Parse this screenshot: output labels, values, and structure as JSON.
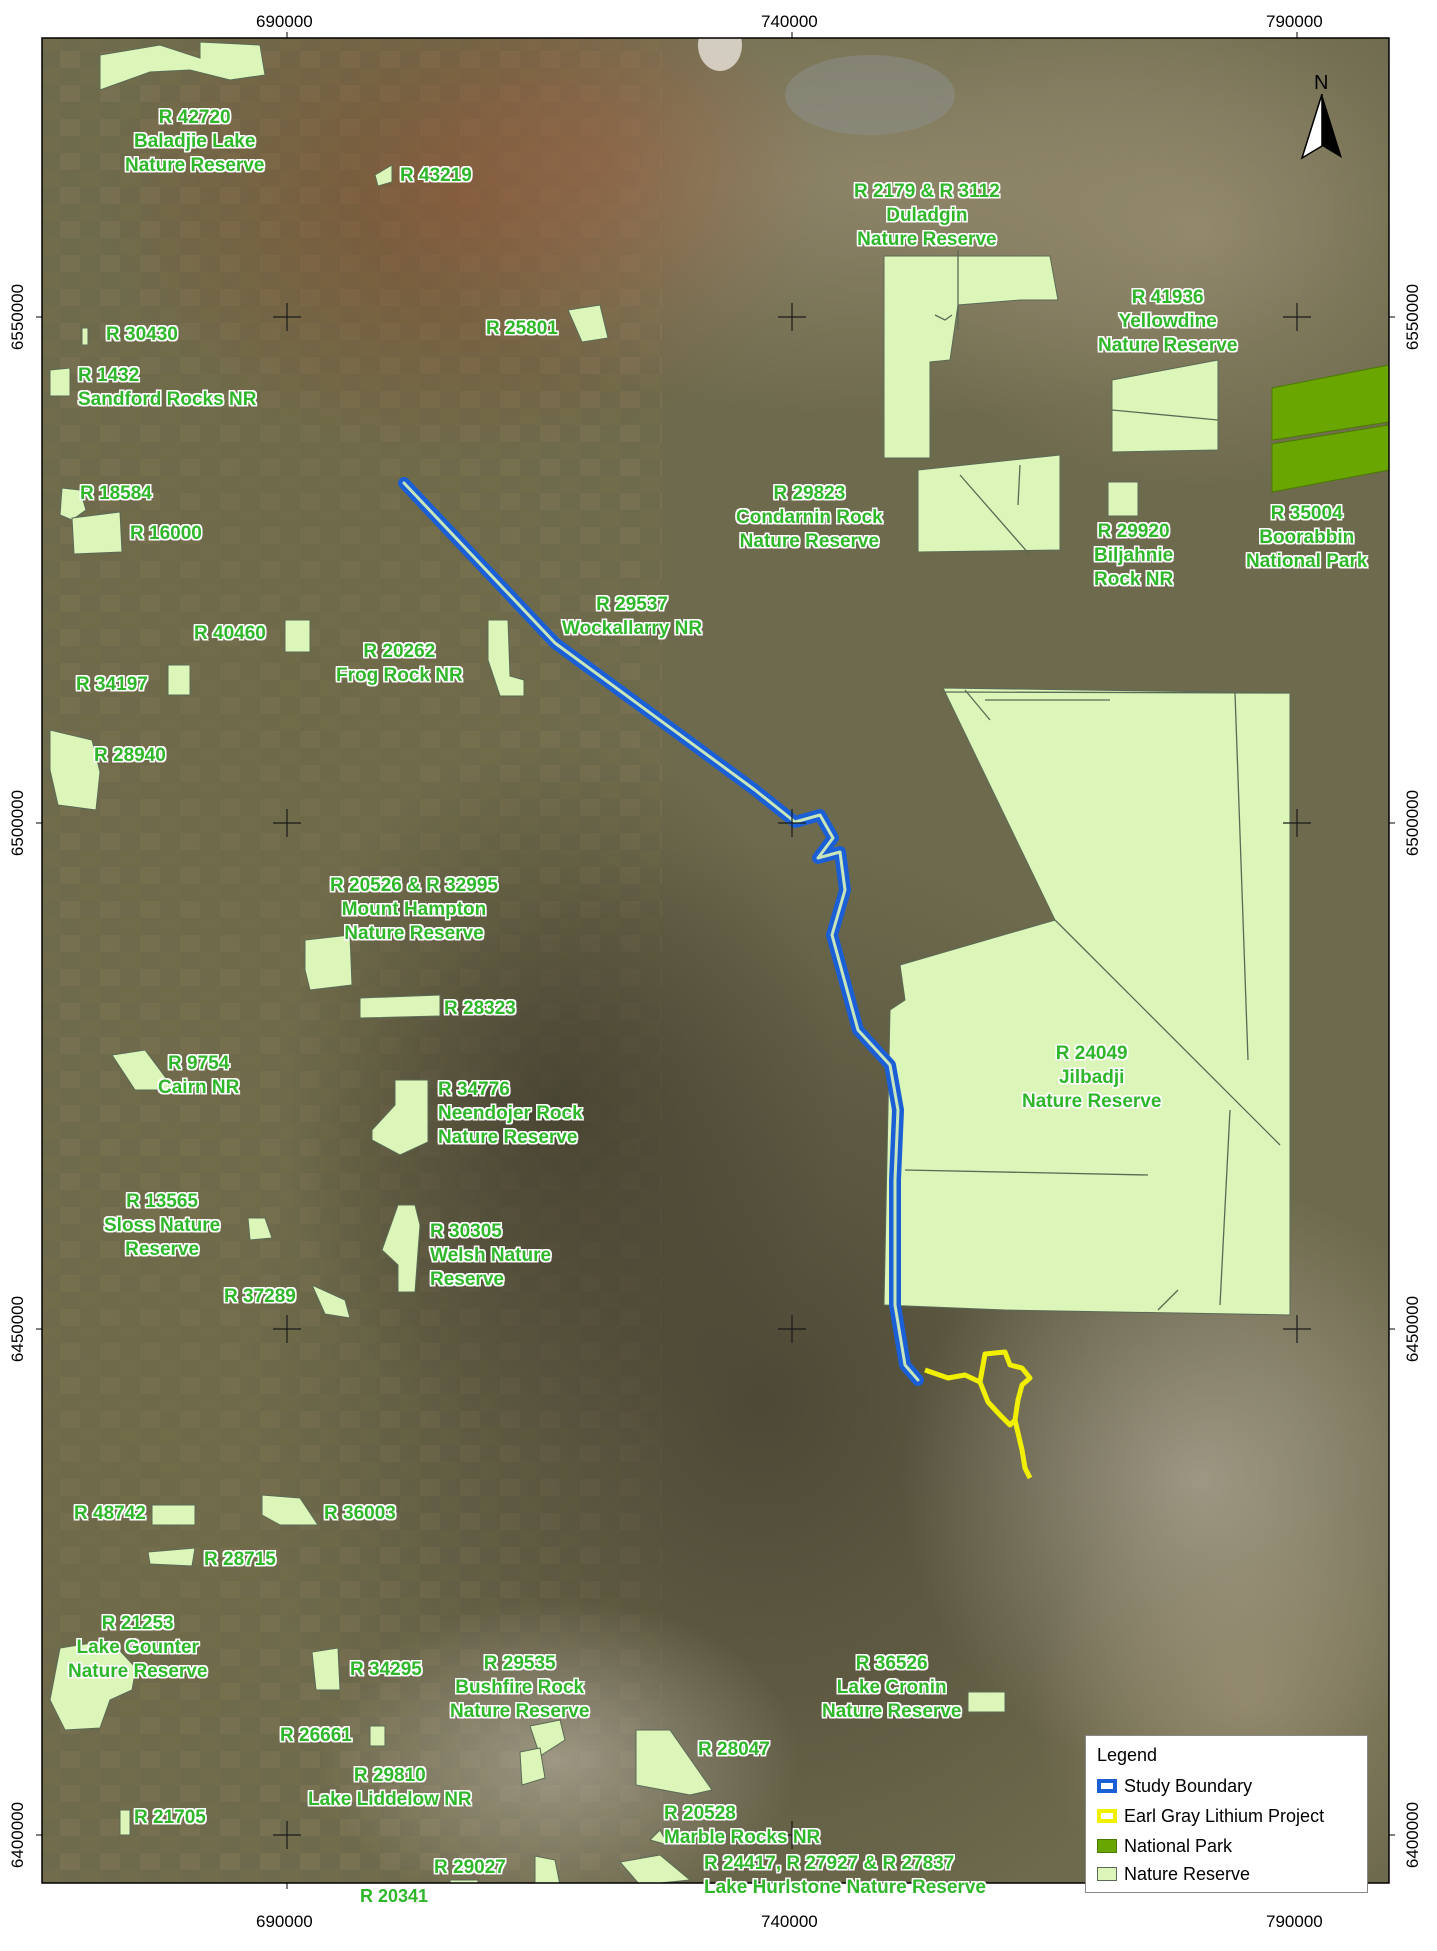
{
  "map": {
    "grid_x_labels": [
      "690000",
      "740000",
      "790000"
    ],
    "grid_y_labels": [
      "6550000",
      "6500000",
      "6450000",
      "6400000"
    ],
    "north_label": "N",
    "colors": {
      "nature_reserve": "#dcf5b8",
      "national_park": "#6aa600",
      "study_boundary": "#1a5fd6",
      "project": "#f0f000"
    }
  },
  "labels": [
    {
      "key": "baladjie",
      "lines": [
        "R 42720",
        "Baladjie Lake",
        "Nature Reserve"
      ]
    },
    {
      "key": "r43219",
      "lines": [
        "R 43219"
      ]
    },
    {
      "key": "duladgin",
      "lines": [
        "R 2179 & R 3112",
        "Duladgin",
        "Nature Reserve"
      ]
    },
    {
      "key": "r25801",
      "lines": [
        "R 25801"
      ]
    },
    {
      "key": "r30430",
      "lines": [
        "R 30430"
      ]
    },
    {
      "key": "sandford",
      "lines": [
        "R 1432",
        "Sandford Rocks NR"
      ]
    },
    {
      "key": "yellowdine",
      "lines": [
        "R 41936",
        "Yellowdine",
        "Nature Reserve"
      ]
    },
    {
      "key": "condarnin",
      "lines": [
        "R 29823",
        "Condarnin Rock",
        "Nature Reserve"
      ]
    },
    {
      "key": "biljahnie",
      "lines": [
        "R 29920",
        "Biljahnie",
        "Rock NR"
      ]
    },
    {
      "key": "boorabbin",
      "lines": [
        "R 35004",
        "Boorabbin",
        "National Park"
      ]
    },
    {
      "key": "r18584",
      "lines": [
        "R 18584"
      ]
    },
    {
      "key": "r16000",
      "lines": [
        "R 16000"
      ]
    },
    {
      "key": "wockallarry",
      "lines": [
        "R 29537",
        "Wockallarry NR"
      ]
    },
    {
      "key": "r40460",
      "lines": [
        "R 40460"
      ]
    },
    {
      "key": "froglrock",
      "lines": [
        "R 20262",
        "Frog Rock NR"
      ]
    },
    {
      "key": "r34197",
      "lines": [
        "R 34197"
      ]
    },
    {
      "key": "r28940",
      "lines": [
        "R 28940"
      ]
    },
    {
      "key": "mthampton",
      "lines": [
        "R 20526 & R 32995",
        "Mount Hampton",
        "Nature Reserve"
      ]
    },
    {
      "key": "r28323",
      "lines": [
        "R 28323"
      ]
    },
    {
      "key": "cairn",
      "lines": [
        "R 9754",
        "Cairn NR"
      ]
    },
    {
      "key": "neendojer",
      "lines": [
        "R 34776",
        "Neendojer Rock",
        "Nature Reserve"
      ]
    },
    {
      "key": "jilbadji",
      "lines": [
        "R 24049",
        "Jilbadji",
        "Nature Reserve"
      ]
    },
    {
      "key": "sloss",
      "lines": [
        "R 13565",
        "Sloss Nature",
        "Reserve"
      ]
    },
    {
      "key": "welsh",
      "lines": [
        "R 30305",
        "Welsh Nature",
        "Reserve"
      ]
    },
    {
      "key": "r37289",
      "lines": [
        "R 37289"
      ]
    },
    {
      "key": "r48742",
      "lines": [
        "R 48742"
      ]
    },
    {
      "key": "r36003",
      "lines": [
        "R 36003"
      ]
    },
    {
      "key": "r28715",
      "lines": [
        "R 28715"
      ]
    },
    {
      "key": "gounter",
      "lines": [
        "R 21253",
        "Lake Gounter",
        "Nature Reserve"
      ]
    },
    {
      "key": "r34295",
      "lines": [
        "R 34295"
      ]
    },
    {
      "key": "bushfire",
      "lines": [
        "R 29535",
        "Bushfire Rock",
        "Nature Reserve"
      ]
    },
    {
      "key": "cronin",
      "lines": [
        "R 36526",
        "Lake Cronin",
        "Nature Reserve"
      ]
    },
    {
      "key": "r26661",
      "lines": [
        "R 26661"
      ]
    },
    {
      "key": "r28047",
      "lines": [
        "R 28047"
      ]
    },
    {
      "key": "liddelow",
      "lines": [
        "R 29810",
        "Lake Liddelow NR"
      ]
    },
    {
      "key": "r21705",
      "lines": [
        "R 21705"
      ]
    },
    {
      "key": "marble",
      "lines": [
        "R 20528",
        "Marble Rocks NR"
      ]
    },
    {
      "key": "r29027",
      "lines": [
        "R 29027"
      ]
    },
    {
      "key": "hurlstone",
      "lines": [
        "R 24417, R 27927 & R 27837",
        "Lake Hurlstone Nature Reserve"
      ]
    },
    {
      "key": "r20341",
      "lines": [
        "R 20341"
      ]
    }
  ],
  "legend": {
    "title": "Legend",
    "items": [
      {
        "label": "Study Boundary",
        "color": "#1a5fd6",
        "style": "outline"
      },
      {
        "label": "Earl Gray Lithium Project",
        "color": "#f0f000",
        "style": "outline"
      },
      {
        "label": "National Park",
        "color": "#6aa600",
        "style": "fill"
      },
      {
        "label": "Nature Reserve",
        "color": "#dcf5b8",
        "style": "fill"
      }
    ]
  }
}
